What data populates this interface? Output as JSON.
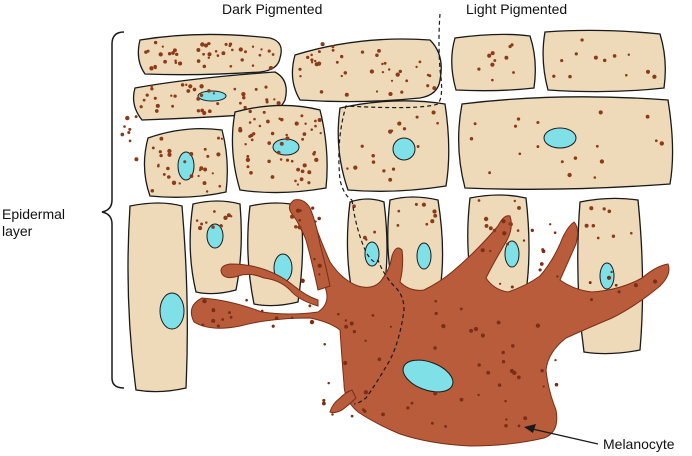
{
  "labels": {
    "dark": "Dark Pigmented",
    "light": "Light Pigmented",
    "layer_line1": "Epidermal",
    "layer_line2": "layer",
    "melanocyte": "Melanocyte"
  },
  "colors": {
    "cell_fill": "#EED9B8",
    "outline": "#1a1a1a",
    "nucleus": "#7FE0E8",
    "granule": "#8B3A1A",
    "melanocyte_fill": "#B85C3C",
    "melanocyte_dark": "#7A2E14",
    "background": "#FFFFFF"
  }
}
